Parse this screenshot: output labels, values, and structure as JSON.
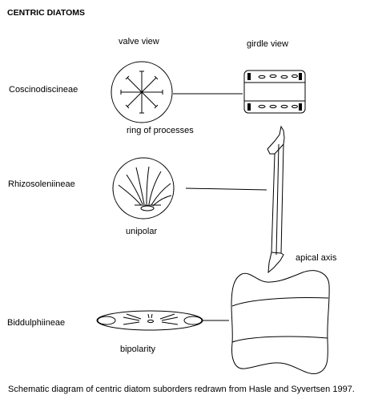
{
  "title": "CENTRIC DIATOMS",
  "column_headers": {
    "valve_view": "valve view",
    "girdle_view": "girdle view"
  },
  "suborders": [
    {
      "name": "Coscinodiscineae",
      "valve_label": "ring of processes"
    },
    {
      "name": "Rhizosoleniineae",
      "valve_label": "unipolar"
    },
    {
      "name": "Biddulphiineae",
      "valve_label": "bipolarity"
    }
  ],
  "apical_axis_label": "apical axis",
  "caption": "Schematic diagram of centric diatom suborders redrawn from Hasle and Syvertsen 1997."
}
